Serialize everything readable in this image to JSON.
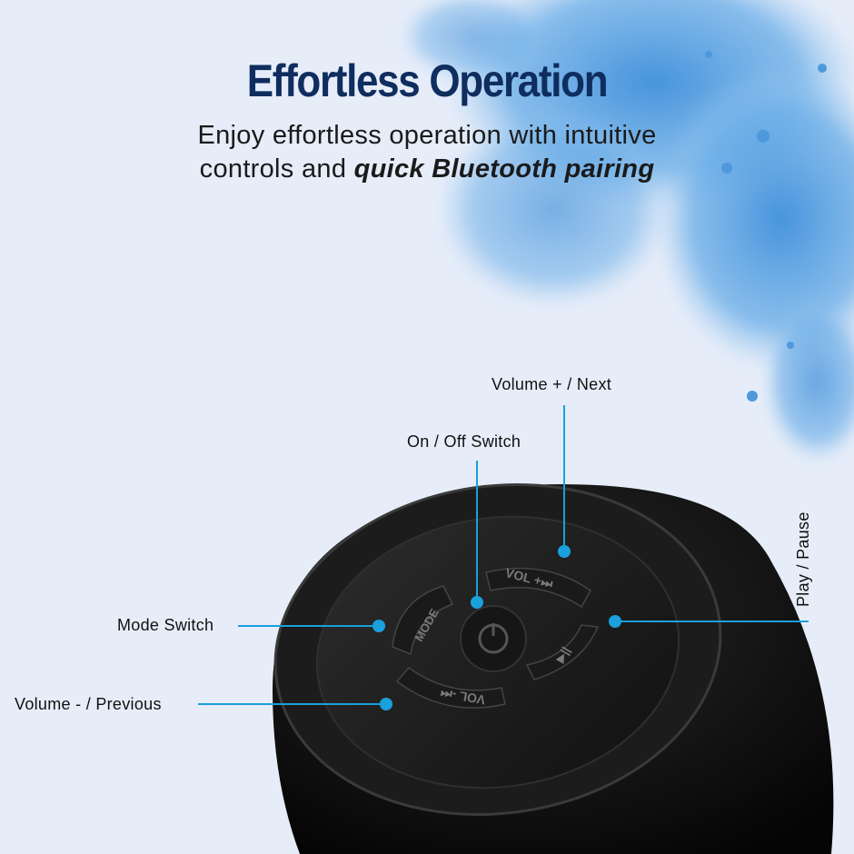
{
  "heading": "Effortless Operation",
  "subtitle_line1": "Enjoy effortless operation with intuitive",
  "subtitle_line2_plain": "controls and ",
  "subtitle_line2_emphasis": "quick Bluetooth pairing",
  "callouts": {
    "volume_next": "Volume + / Next",
    "power": "On / Off Switch",
    "play_pause": "Play / Pause",
    "mode": "Mode Switch",
    "volume_prev": "Volume - / Previous"
  },
  "button_labels": {
    "vol_up": "VOL +⏭",
    "vol_down": "VOL -⏮",
    "mode": "MODE",
    "play": "▶||"
  },
  "colors": {
    "accent": "#1aa0dc",
    "heading": "#0f2d5e",
    "speaker": "#151515",
    "watercolor": "#4f98dc"
  }
}
